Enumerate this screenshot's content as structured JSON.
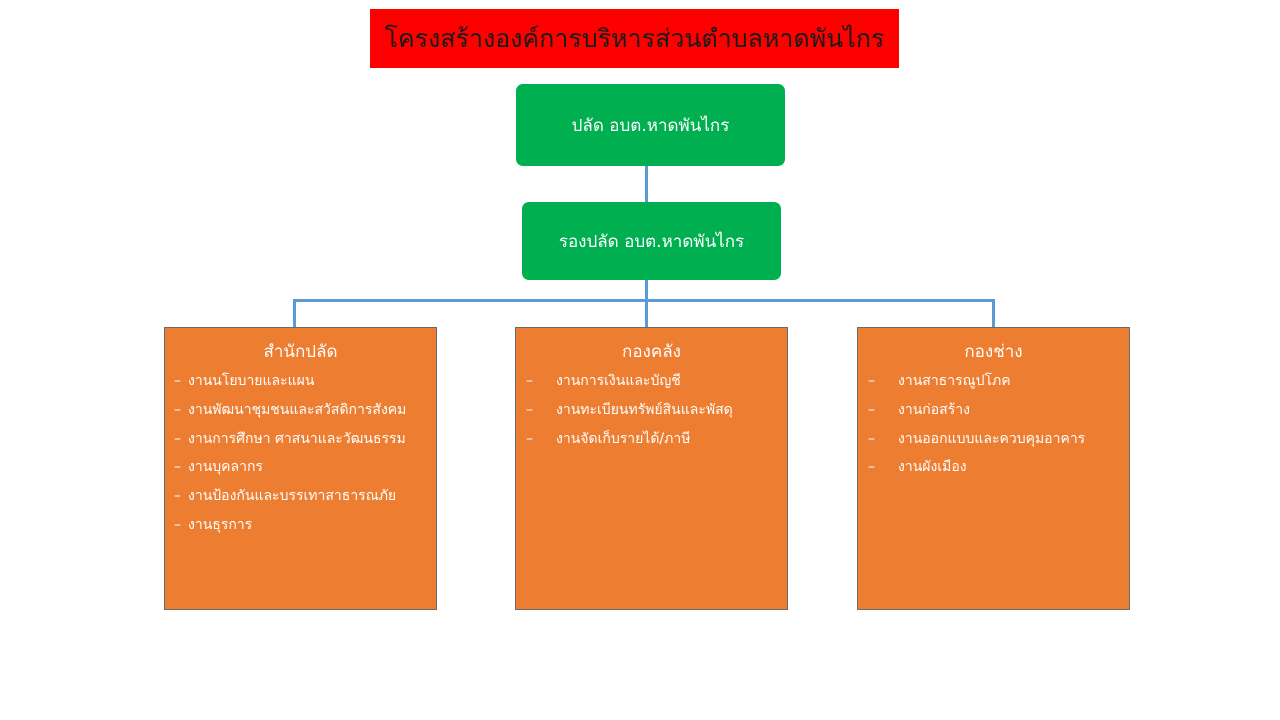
{
  "title": "โครงสร้างองค์การบริหารส่วนตำบลหาดพันไกร",
  "chief": "ปลัด  อบต.หาดพันไกร",
  "deputy": "รองปลัด อบต.หาดพันไกร",
  "bullet": "–",
  "colors": {
    "title_bg": "#ff0000",
    "exec_bg": "#00b050",
    "dept_bg": "#ed7d31",
    "connector": "#5b9bd5"
  },
  "departments": [
    {
      "name": "สำนักปลัด",
      "items": [
        "งานนโยบายและแผน",
        "งานพัฒนาชุมชนและสวัสดิการสังคม",
        "งานการศึกษา ศาสนาและวัฒนธรรม",
        "งานบุคลากร",
        "งานป้องกันและบรรเทาสาธารณภัย",
        "งานธุรการ"
      ]
    },
    {
      "name": "กองคลัง",
      "items": [
        "งานการเงินและบัญชี",
        "งานทะเบียนทรัพย์สินและพัสดุ",
        "งานจัดเก็บรายได้/ภาษี"
      ]
    },
    {
      "name": "กองช่าง",
      "items": [
        "งานสาธารณูปโภค",
        "งานก่อสร้าง",
        "งานออกแบบและควบคุมอาคาร",
        "งานผังเมือง"
      ]
    }
  ]
}
